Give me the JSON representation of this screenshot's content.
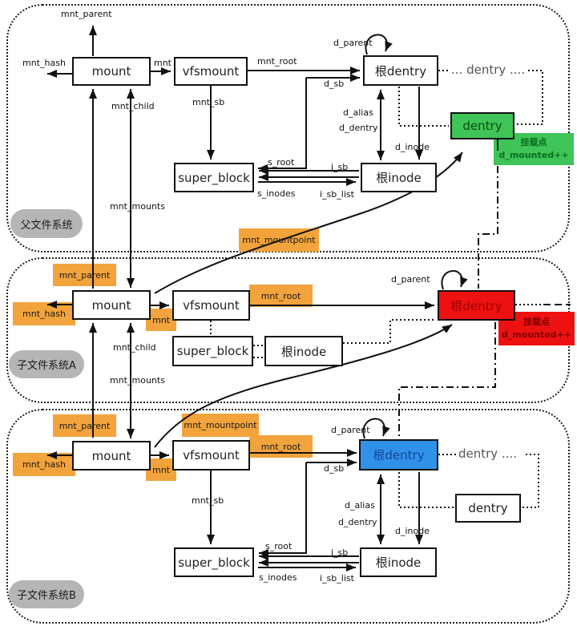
{
  "sections": {
    "parent": {
      "label": "父文件系统"
    },
    "child_a": {
      "label": "子文件系统A"
    },
    "child_b": {
      "label": "子文件系统B"
    }
  },
  "nodes": {
    "mount": "mount",
    "vfsmount": "vfsmount",
    "super_block": "super_block",
    "root_dentry": "根dentry",
    "root_inode": "根inode",
    "dentry": "dentry",
    "dentry_row_top": "... dentry ....",
    "dentry_row_bottom": "dentry ...."
  },
  "notes": {
    "mountpoint_line1": "挂载点",
    "mountpoint_line2": "d_mounted++"
  },
  "edge_labels": {
    "mnt_parent": "mnt_parent",
    "mnt_hash": "mnt_hash",
    "mnt": "mnt",
    "mnt_root": "mnt_root",
    "mnt_sb": "mnt_sb",
    "mnt_child": "mnt_child",
    "mnt_mounts": "mnt_mounts",
    "mnt_mountpoint": "mnt_mountpoint",
    "d_parent": "d_parent",
    "d_sb": "d_sb",
    "d_alias": "d_alias",
    "d_dentry": "d_dentry",
    "d_inode": "d_inode",
    "i_sb": "i_sb",
    "s_root": "s_root",
    "s_inodes": "s_inodes",
    "i_sb_list": "i_sb_list"
  },
  "colors": {
    "highlight_orange": "#F2A33C",
    "mountpoint_green": "#3FC457",
    "mountpoint_red": "#EE1111",
    "mountpoint_blue": "#3191E9",
    "section_pill_gray": "#B5B5B5"
  }
}
